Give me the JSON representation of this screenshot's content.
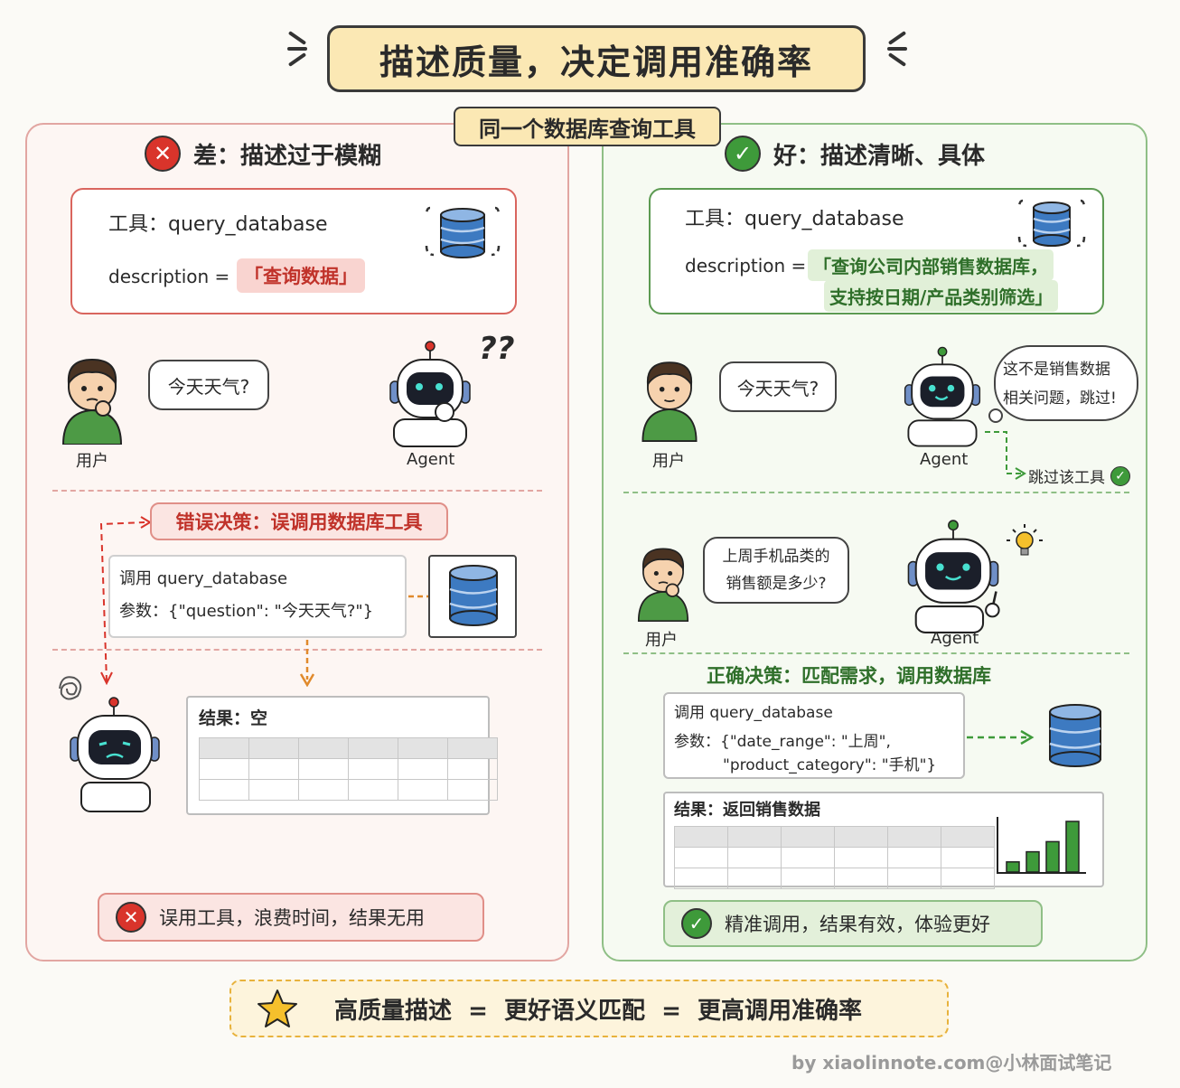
{
  "title": "描述质量，决定调用准确率",
  "subtitle": "同一个数据库查询工具",
  "bad": {
    "header": "差：描述过于模糊",
    "tool_label": "工具：query_database",
    "desc_key": "description =",
    "desc_value": "「查询数据」",
    "user_msg": "今天天气?",
    "user_label": "用户",
    "agent_label": "Agent",
    "confused_mark": "??",
    "decision": "错误决策：误调用数据库工具",
    "call_line1": "调用  query_database",
    "call_line2": "参数：{\"question\": \"今天天气?\"}",
    "result_label": "结果：空",
    "conclusion": "误用工具，浪费时间，结果无用"
  },
  "good": {
    "header": "好：描述清晰、具体",
    "tool_label": "工具：query_database",
    "desc_key": "description =",
    "desc_value_1": "「查询公司内部销售数据库，",
    "desc_value_2": "支持按日期/产品类别筛选」",
    "user_msg": "今天天气?",
    "user_label": "用户",
    "agent_label": "Agent",
    "thought_1": "这不是销售数据",
    "thought_2": "相关问题，跳过!",
    "skip_label": "跳过该工具",
    "user_msg2_1": "上周手机品类的",
    "user_msg2_2": "销售额是多少?",
    "user_label2": "用户",
    "agent_label2": "Agent",
    "decision": "正确决策：匹配需求，调用数据库",
    "call_line1": "调用  query_database",
    "call_line2": "参数：{\"date_range\": \"上周\",",
    "call_line3": "\"product_category\": \"手机\"}",
    "result_label": "结果：返回销售数据",
    "conclusion": "精准调用，结果有效，体验更好"
  },
  "formula": "高质量描述  =  更好语义匹配  =  更高调用准确率",
  "watermark": "by xiaolinnote.com@小林面试笔记",
  "mini_chart": {
    "values": [
      1,
      2,
      3,
      5
    ]
  },
  "colors": {
    "bad": "#d9342b",
    "good": "#3e9a3a",
    "accent": "#fbe8b4",
    "db": "#3d7ac1"
  }
}
